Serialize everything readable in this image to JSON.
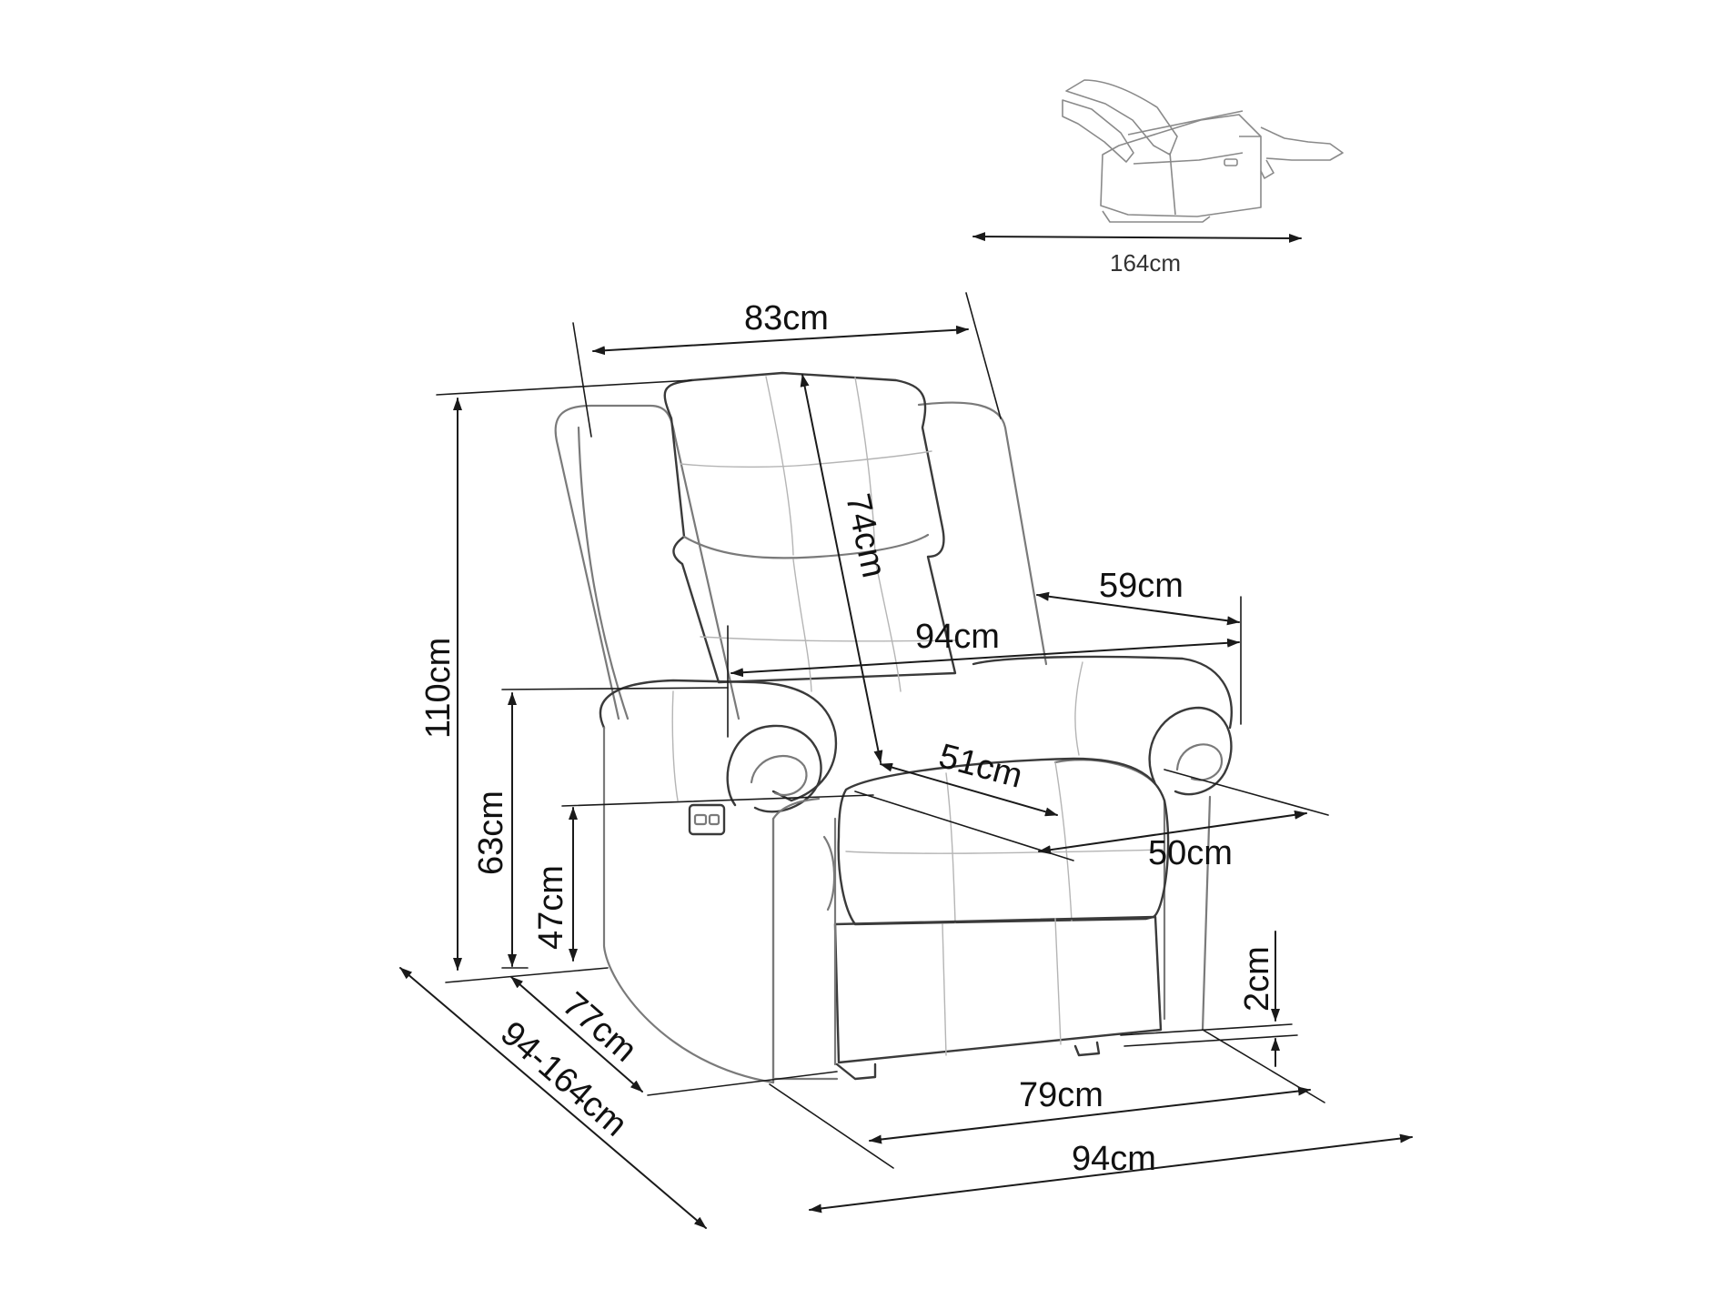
{
  "dimensions": {
    "reclined_length": "164cm",
    "back_width": "83cm",
    "total_height": "110cm",
    "backrest_height": "74cm",
    "armrest_depth": "59cm",
    "total_width_top": "94cm",
    "armrest_height": "63cm",
    "seat_depth": "51cm",
    "seat_width": "50cm",
    "seat_height": "47cm",
    "ground_clearance": "2cm",
    "side_depth": "77cm",
    "depth_range": "94-164cm",
    "base_width": "79cm",
    "total_width_bottom": "94cm"
  },
  "colors": {
    "outline": "#7a7a7a",
    "dimension_line": "#1a1a1a"
  }
}
